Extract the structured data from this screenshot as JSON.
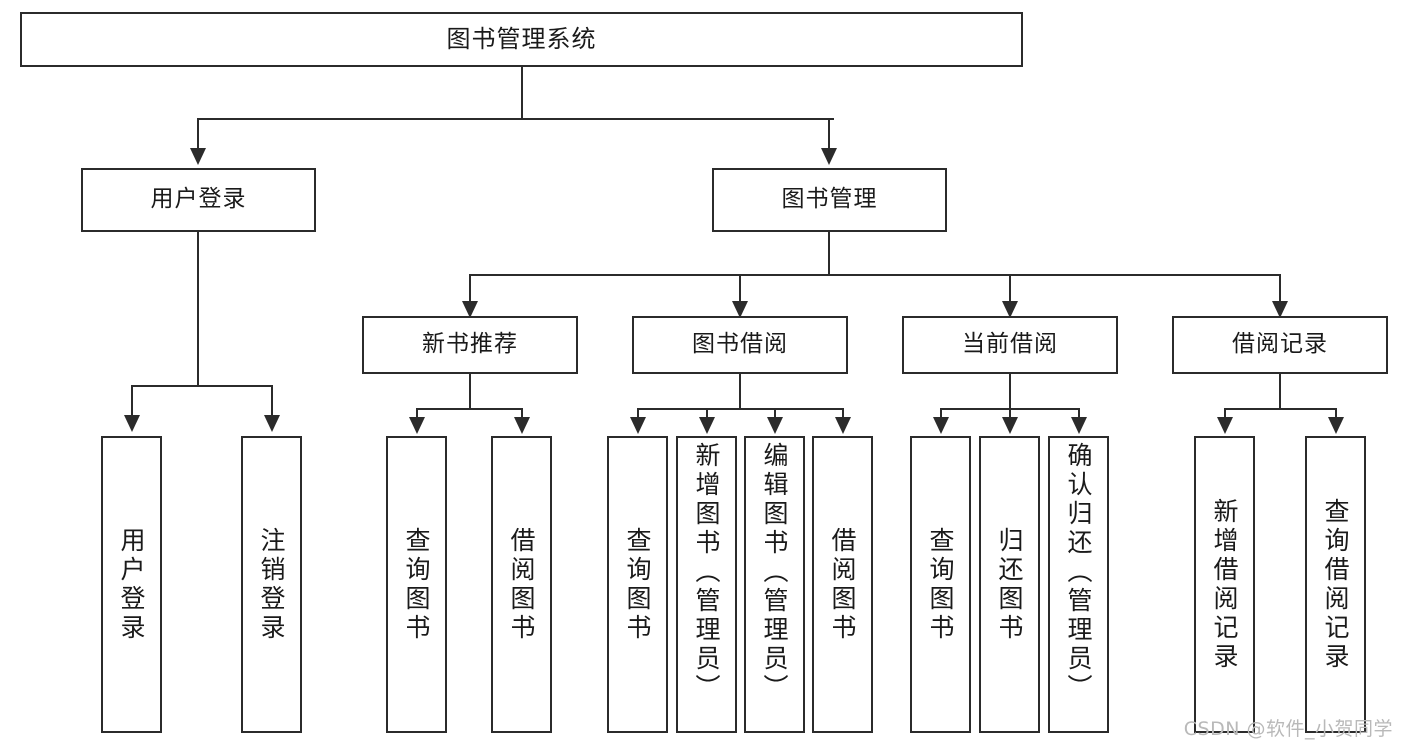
{
  "diagram": {
    "type": "tree-hierarchy-flowchart",
    "title": "图书管理系统",
    "watermark": "CSDN @软件_小贺同学",
    "colors": {
      "stroke": "#2b2b2b",
      "fill": "#ffffff",
      "text": "#1a1a1a",
      "watermark": "#b9b9b9"
    },
    "levels": {
      "root": {
        "label": "图书管理系统"
      },
      "level2": [
        {
          "label": "用户登录"
        },
        {
          "label": "图书管理"
        }
      ],
      "level3": [
        {
          "label": "新书推荐"
        },
        {
          "label": "图书借阅"
        },
        {
          "label": "当前借阅"
        },
        {
          "label": "借阅记录"
        }
      ],
      "leaves_user_login": [
        {
          "label": "用户登录"
        },
        {
          "label": "注销登录"
        }
      ],
      "leaves_new_book": [
        {
          "label": "查询图书"
        },
        {
          "label": "借阅图书"
        }
      ],
      "leaves_borrow": [
        {
          "label": "查询图书"
        },
        {
          "label": "新增图书（管理员）"
        },
        {
          "label": "编辑图书（管理员）"
        },
        {
          "label": "借阅图书"
        }
      ],
      "leaves_current": [
        {
          "label": "查询图书"
        },
        {
          "label": "归还图书"
        },
        {
          "label": "确认归还（管理员）"
        }
      ],
      "leaves_record": [
        {
          "label": "新增借阅记录"
        },
        {
          "label": "查询借阅记录"
        }
      ]
    }
  }
}
